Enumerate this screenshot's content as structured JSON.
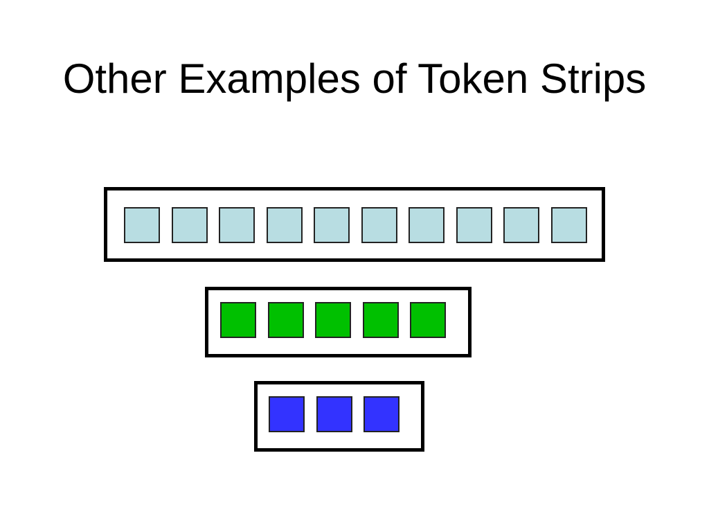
{
  "slide": {
    "title": "Other Examples of Token Strips"
  },
  "strips": [
    {
      "token_count": 10,
      "token_color": "#b8dde2"
    },
    {
      "token_count": 5,
      "token_color": "#00c000"
    },
    {
      "token_count": 3,
      "token_color": "#3333ff"
    }
  ]
}
